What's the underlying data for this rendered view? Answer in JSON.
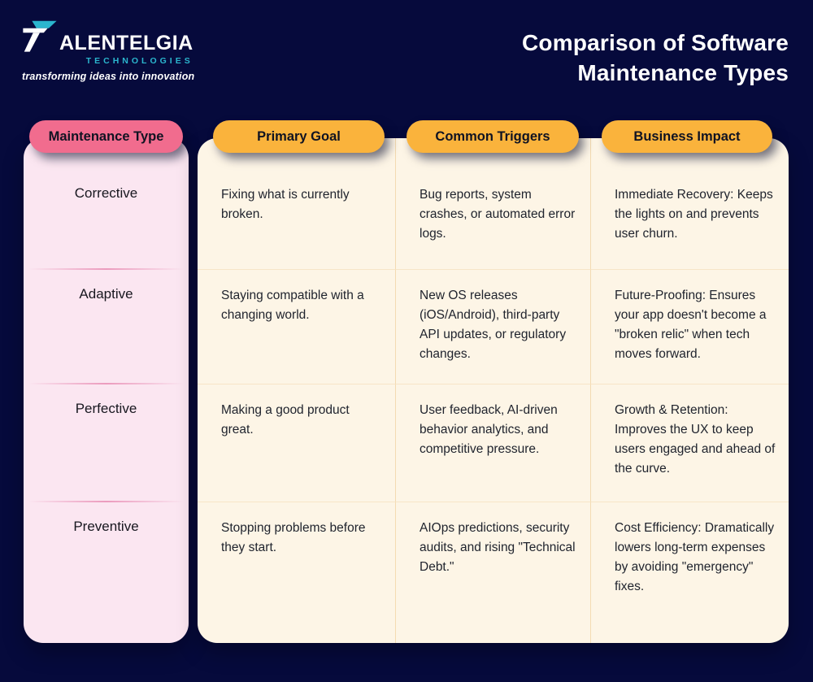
{
  "logo": {
    "brand_text": "ALENTELGIA",
    "subtitle": "TECHNOLOGIES",
    "tagline": "transforming ideas into innovation"
  },
  "title": {
    "line1": "Comparison of Software",
    "line2": "Maintenance Types"
  },
  "table": {
    "headers": [
      {
        "label": "Maintenance Type"
      },
      {
        "label": "Primary Goal"
      },
      {
        "label": "Common Triggers"
      },
      {
        "label": "Business Impact"
      }
    ],
    "rows": [
      {
        "type": "Corrective",
        "goal": "Fixing what is currently broken.",
        "triggers": "Bug reports, system crashes, or automated error logs.",
        "impact": "Immediate Recovery: Keeps the lights on and prevents user churn."
      },
      {
        "type": "Adaptive",
        "goal": "Staying compatible with a changing world.",
        "triggers": "New OS releases (iOS/Android), third-party API updates, or regulatory changes.",
        "impact": "Future-Proofing: Ensures your app doesn't become a \"broken relic\" when tech moves forward."
      },
      {
        "type": "Perfective",
        "goal": "Making a good product great.",
        "triggers": "User feedback, AI-driven behavior analytics, and competitive pressure.",
        "impact": "Growth & Retention: Improves the UX to keep users engaged and ahead of the curve."
      },
      {
        "type": "Preventive",
        "goal": "Stopping problems before they start.",
        "triggers": "AIOps predictions, security audits, and rising \"Technical Debt.\"",
        "impact": "Cost Efficiency: Dramatically lowers long-term expenses by avoiding \"emergency\" fixes."
      }
    ]
  },
  "colors": {
    "navy": "#060A3C",
    "pink": "#F16C8E",
    "pinkLight": "#FBE6F1",
    "orange": "#FAB33C",
    "cream": "#FDF5E6",
    "teal": "#2BB6CE",
    "textDark": "#20242E"
  }
}
